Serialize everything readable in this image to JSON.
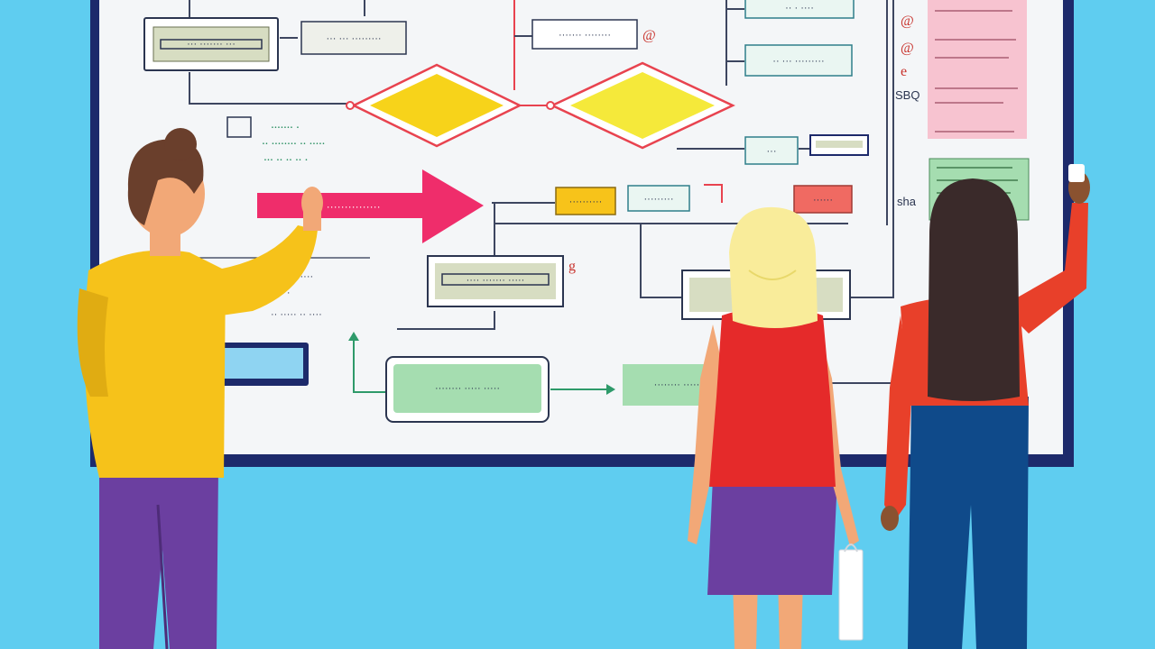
{
  "colors": {
    "background": "#5fcdf0",
    "board_frame": "#1d2a6b",
    "board_surface": "#f4f6f8",
    "diamond_fill": "#f7d31a",
    "diamond_stroke": "#e8434f",
    "arrow": "#ef2d6b",
    "note_pink": "#f7c3d0",
    "note_green": "#a5ddb0"
  },
  "icons": [
    "flowchart-board",
    "person-yellow-shirt",
    "person-blonde-red-top",
    "person-dark-hair-red-top"
  ],
  "board": {
    "labels": {
      "box_top_left": "··· ······· ···",
      "box_top_mid": "··· ···  ·········",
      "box_top_center": "·······  ········",
      "box_top_right": "·· · ····",
      "box_right_2": "··  ···  ·········",
      "box_qa": "···",
      "tag_yellow": "··········",
      "tag_mid": "·········",
      "tag_red": "······",
      "arrow_text": "······  ···············",
      "box_mid_left": "···· ······· ·····",
      "box_mid_right": "······ ···· ····· ····",
      "box_green_1": "········ ····· ·····",
      "box_green_2": "········ ·····",
      "handwriting_1": "······· ·",
      "handwriting_2": "·· ········ ·· ·····",
      "handwriting_3": "··· ·· ·· ·· ·",
      "side_text_1": "SBQ",
      "side_text_2": "sha",
      "left_text_1": "······· ·· ····· ··· ····",
      "left_text_2": "····· ·· ·· ···· ·",
      "left_text_3": "·· ····· ·· ····"
    },
    "marks": [
      "@",
      "@",
      "@",
      "e",
      "g"
    ]
  }
}
